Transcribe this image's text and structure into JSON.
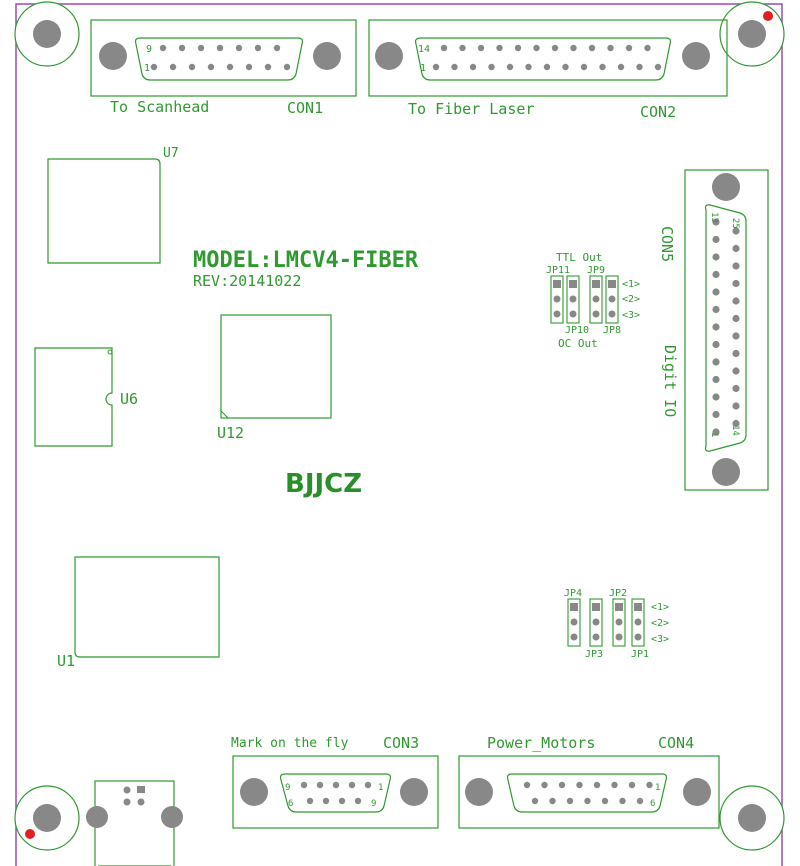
{
  "colors": {
    "silkscreen": "#2f9a2f",
    "board_outline": "#9a4db5",
    "pad": "#888888",
    "marker": "#e02020"
  },
  "connectors": {
    "con1": {
      "ref": "CON1",
      "label": "To Scanhead",
      "pin_first": "1",
      "pin_second_row": "9"
    },
    "con2": {
      "ref": "CON2",
      "label": "To Fiber Laser",
      "pin_first": "1",
      "pin_second_row": "14"
    },
    "con3": {
      "ref": "CON3",
      "label": "Mark on the fly",
      "pin_a": "9",
      "pin_b": "1",
      "pin_c": "6",
      "pin_d": "9"
    },
    "con4": {
      "ref": "CON4",
      "label": "Power_Motors",
      "pin_a": "1",
      "pin_b": "6"
    },
    "con5": {
      "ref": "CON5",
      "label": "Digit IO",
      "pin_13": "13",
      "pin_25": "25",
      "pin_1": "1",
      "pin_14": "14"
    }
  },
  "model": "MODEL:LMCV4-FIBER",
  "rev": "REV:20141022",
  "brand": "BJJCZ",
  "chips": {
    "u7": "U7",
    "u6": "U6",
    "u12": "U12",
    "u1": "U1"
  },
  "jumpers_top": {
    "title_top": "TTL Out",
    "title_bottom": "OC Out",
    "jp11": "JP11",
    "jp9": "JP9",
    "jp10": "JP10",
    "jp8": "JP8",
    "pos1": "<1>",
    "pos2": "<2>",
    "pos3": "<3>"
  },
  "jumpers_bottom": {
    "jp4": "JP4",
    "jp2": "JP2",
    "jp3": "JP3",
    "jp1": "JP1",
    "pos1": "<1>",
    "pos2": "<2>",
    "pos3": "<3>"
  }
}
